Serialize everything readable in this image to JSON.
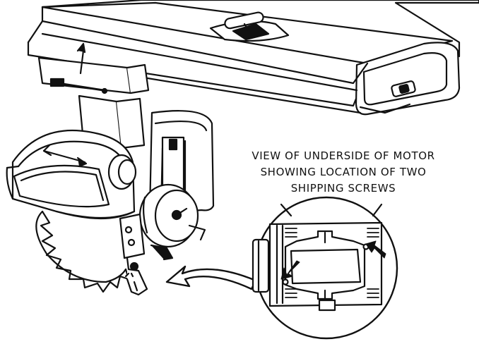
{
  "caption": {
    "line1": "VIEW OF UNDERSIDE OF MOTOR",
    "line2": "SHOWING LOCATION OF TWO",
    "line3": "SHIPPING SCREWS"
  },
  "icons": [
    "radial-arm-saw",
    "saw-blade",
    "motor-underside-detail",
    "shipping-screw-arrow",
    "curved-pointer-arrow"
  ],
  "colors": {
    "ink": "#111111",
    "paper": "#ffffff"
  }
}
